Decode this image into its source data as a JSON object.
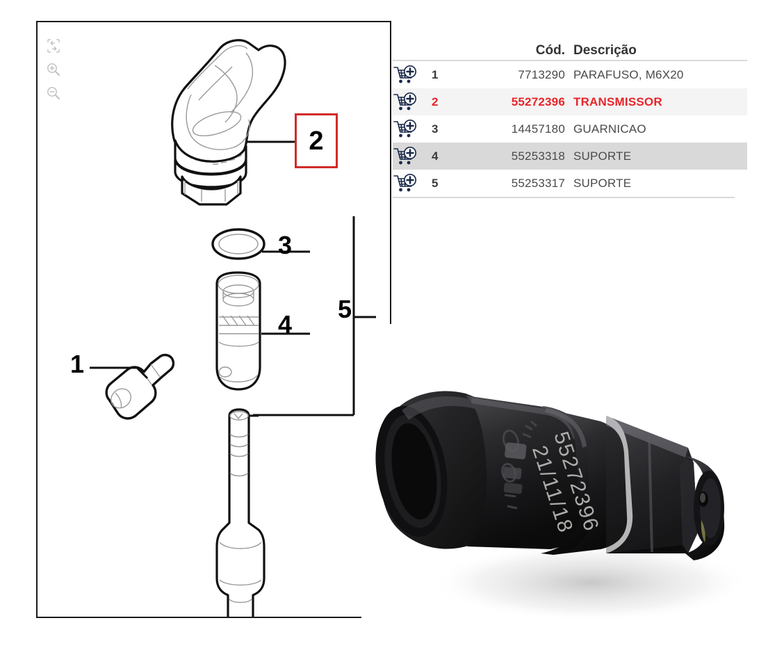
{
  "diagram": {
    "toolbar": [
      {
        "name": "fit-to-screen-icon",
        "title": "Ajustar"
      },
      {
        "name": "zoom-in-icon",
        "title": "Ampliar"
      },
      {
        "name": "zoom-out-icon",
        "title": "Reduzir"
      }
    ],
    "callouts": [
      {
        "id": "1",
        "label": "1"
      },
      {
        "id": "2",
        "label": "2",
        "highlighted": true,
        "highlight_color": "#d12b2b"
      },
      {
        "id": "3",
        "label": "3"
      },
      {
        "id": "4",
        "label": "4"
      },
      {
        "id": "5",
        "label": "5"
      }
    ]
  },
  "table": {
    "headers": {
      "cart": "",
      "pos": "",
      "code": "Cód.",
      "description": "Descrição"
    },
    "cart_icon_name": "add-to-cart-icon",
    "rows": [
      {
        "pos": "1",
        "code": "7713290",
        "description": "PARAFUSO, M6X20",
        "state": "normal"
      },
      {
        "pos": "2",
        "code": "55272396",
        "description": "TRANSMISSOR",
        "state": "selected"
      },
      {
        "pos": "3",
        "code": "14457180",
        "description": "GUARNICAO",
        "state": "normal"
      },
      {
        "pos": "4",
        "code": "55253318",
        "description": "SUPORTE",
        "state": "hover"
      },
      {
        "pos": "5",
        "code": "55253317",
        "description": "SUPORTE",
        "state": "normal"
      }
    ],
    "selected_color": "#e8252a",
    "hover_row_color": "#d9d9d9",
    "alt_row_color": "#f4f4f4"
  },
  "photo": {
    "alt": "Sensor transmissor preto",
    "engraved_code": "55272396",
    "engraved_date": "21/11/18"
  }
}
